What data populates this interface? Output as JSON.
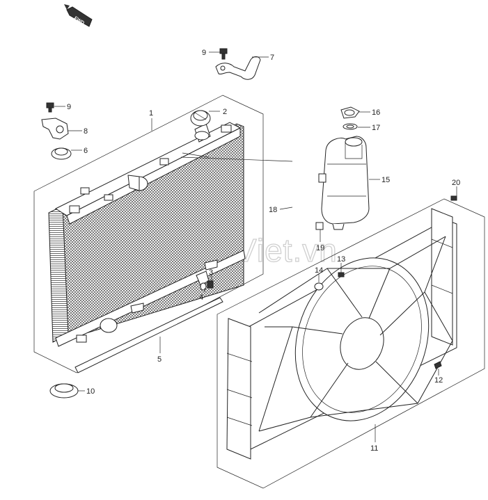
{
  "diagram": {
    "title_badge": "FWD",
    "watermark": "SedanViet.vn",
    "callouts": [
      {
        "id": "c1",
        "label": "1"
      },
      {
        "id": "c2",
        "label": "2"
      },
      {
        "id": "c3",
        "label": "3"
      },
      {
        "id": "c4",
        "label": "4"
      },
      {
        "id": "c5",
        "label": "5"
      },
      {
        "id": "c6",
        "label": "6"
      },
      {
        "id": "c7",
        "label": "7"
      },
      {
        "id": "c8",
        "label": "8"
      },
      {
        "id": "c9a",
        "label": "9"
      },
      {
        "id": "c9b",
        "label": "9"
      },
      {
        "id": "c10",
        "label": "10"
      },
      {
        "id": "c11",
        "label": "11"
      },
      {
        "id": "c12",
        "label": "12"
      },
      {
        "id": "c13",
        "label": "13"
      },
      {
        "id": "c14",
        "label": "14"
      },
      {
        "id": "c15",
        "label": "15"
      },
      {
        "id": "c16",
        "label": "16"
      },
      {
        "id": "c17",
        "label": "17"
      },
      {
        "id": "c18",
        "label": "18"
      },
      {
        "id": "c19",
        "label": "19"
      },
      {
        "id": "c20",
        "label": "20"
      }
    ]
  }
}
